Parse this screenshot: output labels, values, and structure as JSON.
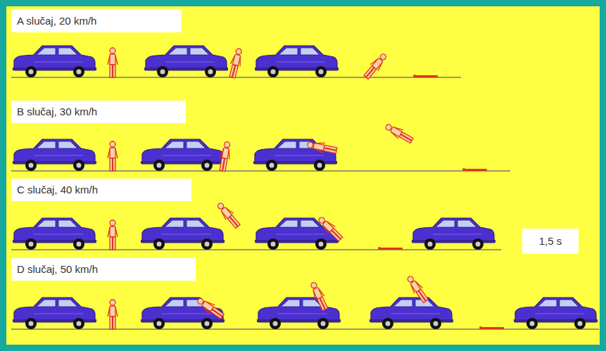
{
  "diagram": {
    "nodes": [
      {
        "text": [
          "A slučaj, 20 km/h"
        ]
      },
      {
        "text": [
          "B slučaj, 30 km/h"
        ]
      },
      {
        "text": [
          "C slučaj, 40 km/h"
        ]
      },
      {
        "text": [
          "1,5 s"
        ]
      },
      {
        "text": [
          "D slučaj, 50 km/h"
        ]
      }
    ]
  }
}
